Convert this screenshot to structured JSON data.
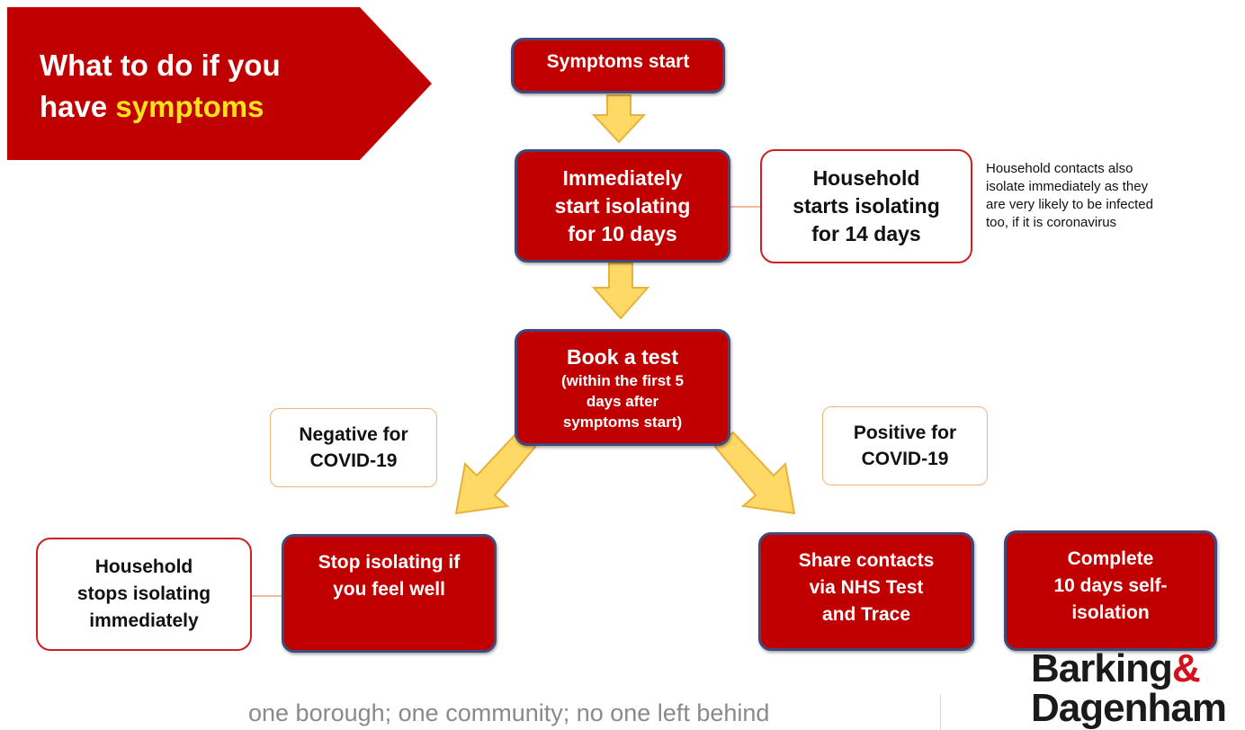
{
  "banner": {
    "line1": "What to do if you",
    "line2_prefix": "have ",
    "line2_highlight": "symptoms"
  },
  "flow": {
    "symptoms_start": "Symptoms start",
    "start_isolating": "Immediately\nstart isolating\nfor 10 days",
    "household_14": "Household\nstarts isolating\nfor 14 days",
    "household_note": "Household  contacts also\nisolate immediately  as they\nare very likely to be infected\ntoo, if it is coronavirus",
    "book_test_main": "Book a test",
    "book_test_sub": "(within the first 5\ndays  after\nsymptoms  start)",
    "negative": "Negative for\nCOVID-19",
    "positive": "Positive for\nCOVID-19",
    "household_stops": "Household\nstops isolating\nimmediately",
    "stop_isolating": "Stop isolating if\nyou feel well",
    "share_contacts": "Share contacts\nvia NHS Test\nand Trace",
    "complete": "Complete\n10 days self-\nisolation"
  },
  "footer": {
    "slogan": "one borough; one community; no one left behind",
    "logo_line1": "Barking",
    "logo_amp": "&",
    "logo_line2": "Dagenham"
  },
  "colors": {
    "primary_red": "#c00000",
    "highlight_yellow": "#ffe21a",
    "arrow_fill": "#ffd966",
    "arrow_stroke": "#e8b13a",
    "box_border": "#3f4a7a"
  }
}
